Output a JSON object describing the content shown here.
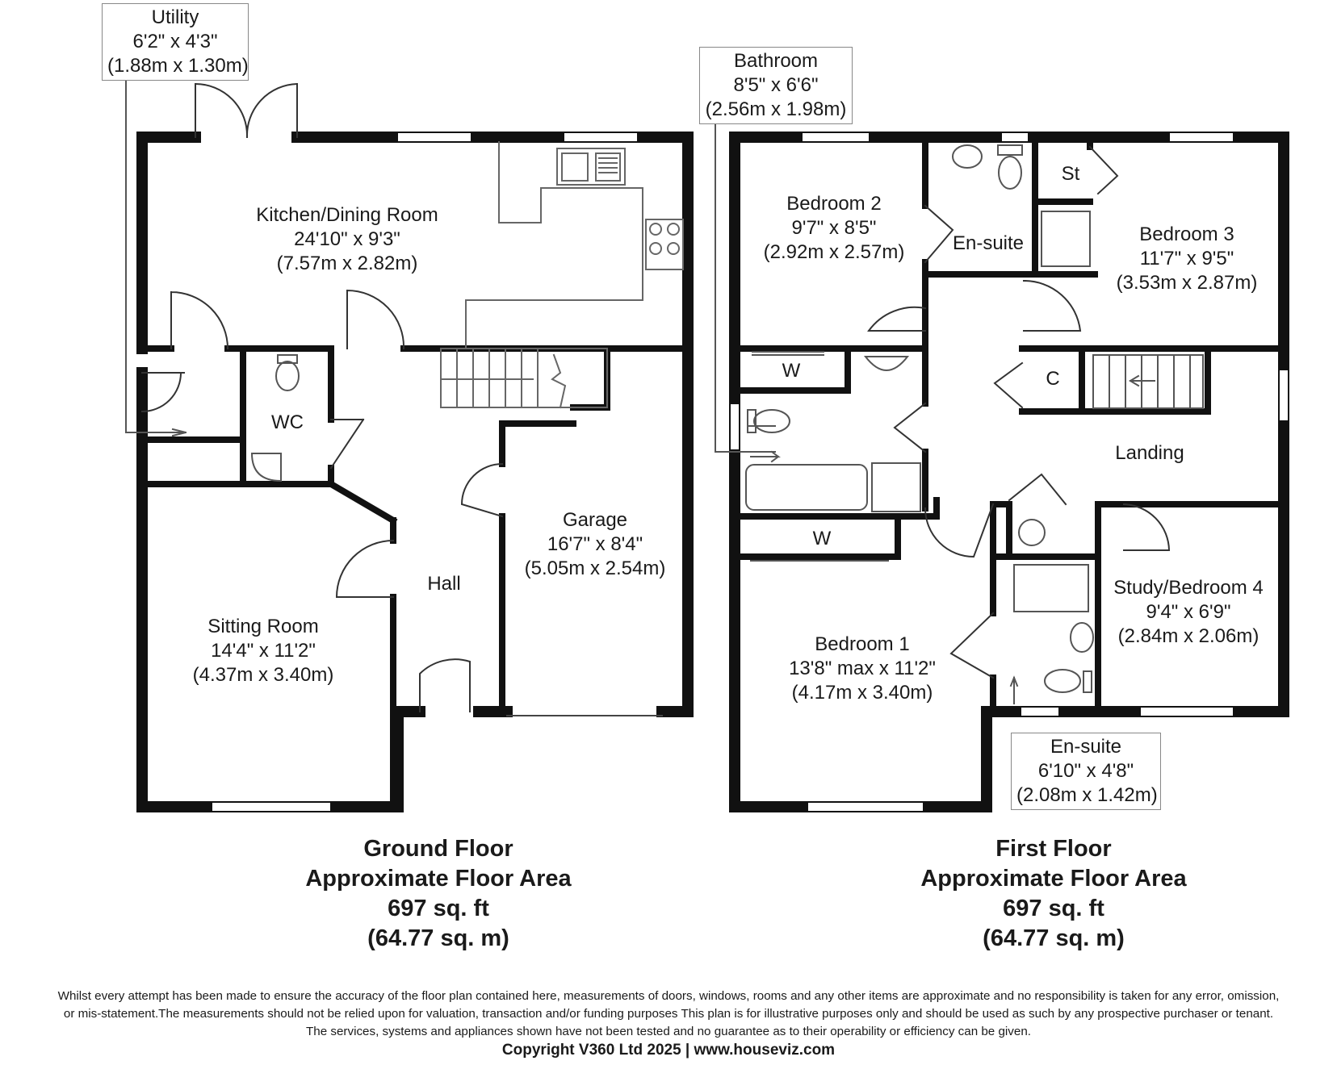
{
  "ground_floor": {
    "rooms": {
      "kitchen": {
        "name": "Kitchen/Dining Room",
        "imperial": "24'10\" x 9'3\"",
        "metric": "(7.57m x 2.82m)"
      },
      "sitting": {
        "name": "Sitting Room",
        "imperial": "14'4\" x 11'2\"",
        "metric": "(4.37m x 3.40m)"
      },
      "garage": {
        "name": "Garage",
        "imperial": "16'7\" x 8'4\"",
        "metric": "(5.05m x 2.54m)"
      },
      "hall": {
        "name": "Hall"
      },
      "wc": {
        "name": "WC"
      },
      "utility": {
        "name": "Utility",
        "imperial": "6'2\" x 4'3\"",
        "metric": "(1.88m x 1.30m)"
      }
    },
    "summary": {
      "floor": "Ground Floor",
      "label": "Approximate Floor Area",
      "sqft": "697 sq. ft",
      "sqm": "(64.77 sq. m)"
    }
  },
  "first_floor": {
    "rooms": {
      "bedroom1": {
        "name": "Bedroom 1",
        "imperial": "13'8\" max x 11'2\"",
        "metric": "(4.17m x 3.40m)"
      },
      "bedroom2": {
        "name": "Bedroom 2",
        "imperial": "9'7\" x 8'5\"",
        "metric": "(2.92m x 2.57m)"
      },
      "bedroom3": {
        "name": "Bedroom 3",
        "imperial": "11'7\" x 9'5\"",
        "metric": "(3.53m x 2.87m)"
      },
      "study": {
        "name": "Study/Bedroom 4",
        "imperial": "9'4\" x 6'9\"",
        "metric": "(2.84m x 2.06m)"
      },
      "bathroom": {
        "name": "Bathroom",
        "imperial": "8'5\" x 6'6\"",
        "metric": "(2.56m x 1.98m)"
      },
      "ensuite_top": {
        "name": "En-suite"
      },
      "ensuite_bottom": {
        "name": "En-suite",
        "imperial": "6'10\" x 4'8\"",
        "metric": "(2.08m x 1.42m)"
      },
      "landing": {
        "name": "Landing"
      },
      "store": {
        "name": "St"
      },
      "cupboard": {
        "name": "C"
      },
      "wardrobe_bed2": {
        "name": "W"
      },
      "wardrobe_bed1": {
        "name": "W"
      }
    },
    "summary": {
      "floor": "First Floor",
      "label": "Approximate Floor Area",
      "sqft": "697 sq. ft",
      "sqm": "(64.77 sq. m)"
    }
  },
  "disclaimer": {
    "line1": "Whilst every attempt has been made to ensure the accuracy of the floor plan contained here, measurements of doors, windows, rooms and any other items are approximate and no responsibility is taken for any error, omission,",
    "line2": "or mis-statement.The measurements should not be relied upon for valuation, transaction and/or funding purposes This plan is for illustrative purposes only and should be used as such by any prospective purchaser or tenant.",
    "line3": "The services, systems and appliances shown have not been tested and no guarantee as to their operability or efficiency can be given."
  },
  "copyright": "Copyright V360 Ltd 2025 | www.houseviz.com",
  "colors": {
    "wall": "#111111",
    "fixture": "#555555",
    "background": "#ffffff"
  }
}
